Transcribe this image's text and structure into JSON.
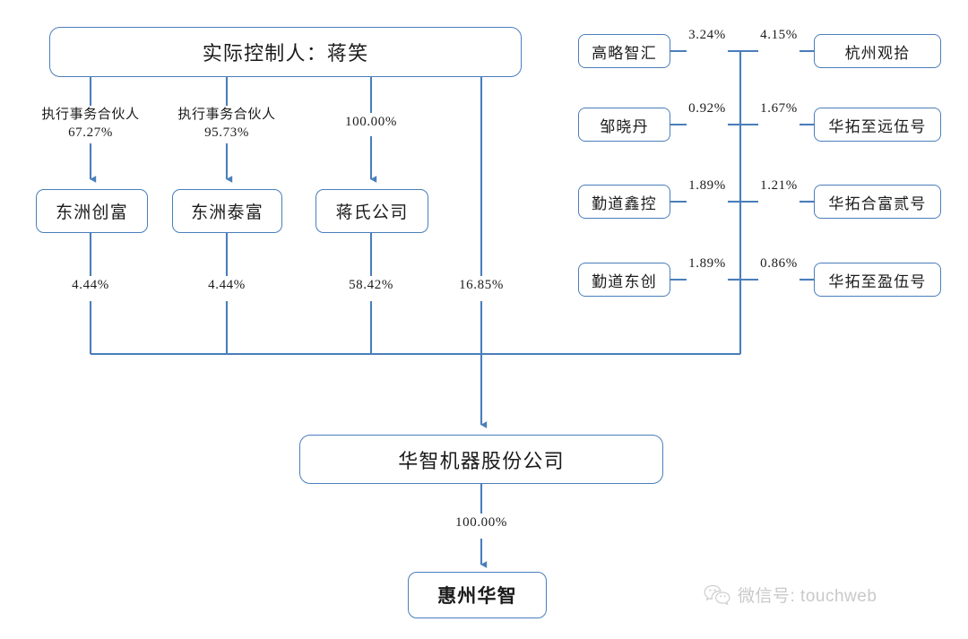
{
  "diagram": {
    "type": "ownership-structure-chart",
    "line_color": "#4a7ebb",
    "box_border_color": "#4a7ebb",
    "text_color": "#1b1b1b",
    "background": "#ffffff"
  },
  "nodes": {
    "controller": "实际控制人：蒋笑",
    "left_tier": [
      {
        "label": "东洲创富"
      },
      {
        "label": "东洲泰富"
      },
      {
        "label": "蒋氏公司"
      }
    ],
    "right_left_col": [
      {
        "label": "高略智汇"
      },
      {
        "label": "邹晓丹"
      },
      {
        "label": "勤道鑫控"
      },
      {
        "label": "勤道东创"
      }
    ],
    "right_right_col": [
      {
        "label": "杭州观拾"
      },
      {
        "label": "华拓至远伍号"
      },
      {
        "label": "华拓合富贰号"
      },
      {
        "label": "华拓至盈伍号"
      }
    ],
    "company": "华智机器股份公司",
    "subsidiary": "惠州华智"
  },
  "edges": {
    "controller_to_left": [
      {
        "role": "执行事务合伙人",
        "pct": "67.27%"
      },
      {
        "role": "执行事务合伙人",
        "pct": "95.73%"
      },
      {
        "role": "",
        "pct": "100.00%"
      }
    ],
    "controller_direct_to_company": {
      "pct": "16.85%"
    },
    "left_tier_to_company": [
      {
        "pct": "4.44%"
      },
      {
        "pct": "4.44%"
      },
      {
        "pct": "58.42%"
      }
    ],
    "right_left_col_to_company": [
      {
        "pct": "3.24%"
      },
      {
        "pct": "0.92%"
      },
      {
        "pct": "1.89%"
      },
      {
        "pct": "1.89%"
      }
    ],
    "right_right_col_to_company": [
      {
        "pct": "4.15%"
      },
      {
        "pct": "1.67%"
      },
      {
        "pct": "1.21%"
      },
      {
        "pct": "0.86%"
      }
    ],
    "company_to_subsidiary": {
      "pct": "100.00%"
    }
  },
  "watermark": {
    "icon": "wechat-icon",
    "text": "微信号: touchweb"
  }
}
